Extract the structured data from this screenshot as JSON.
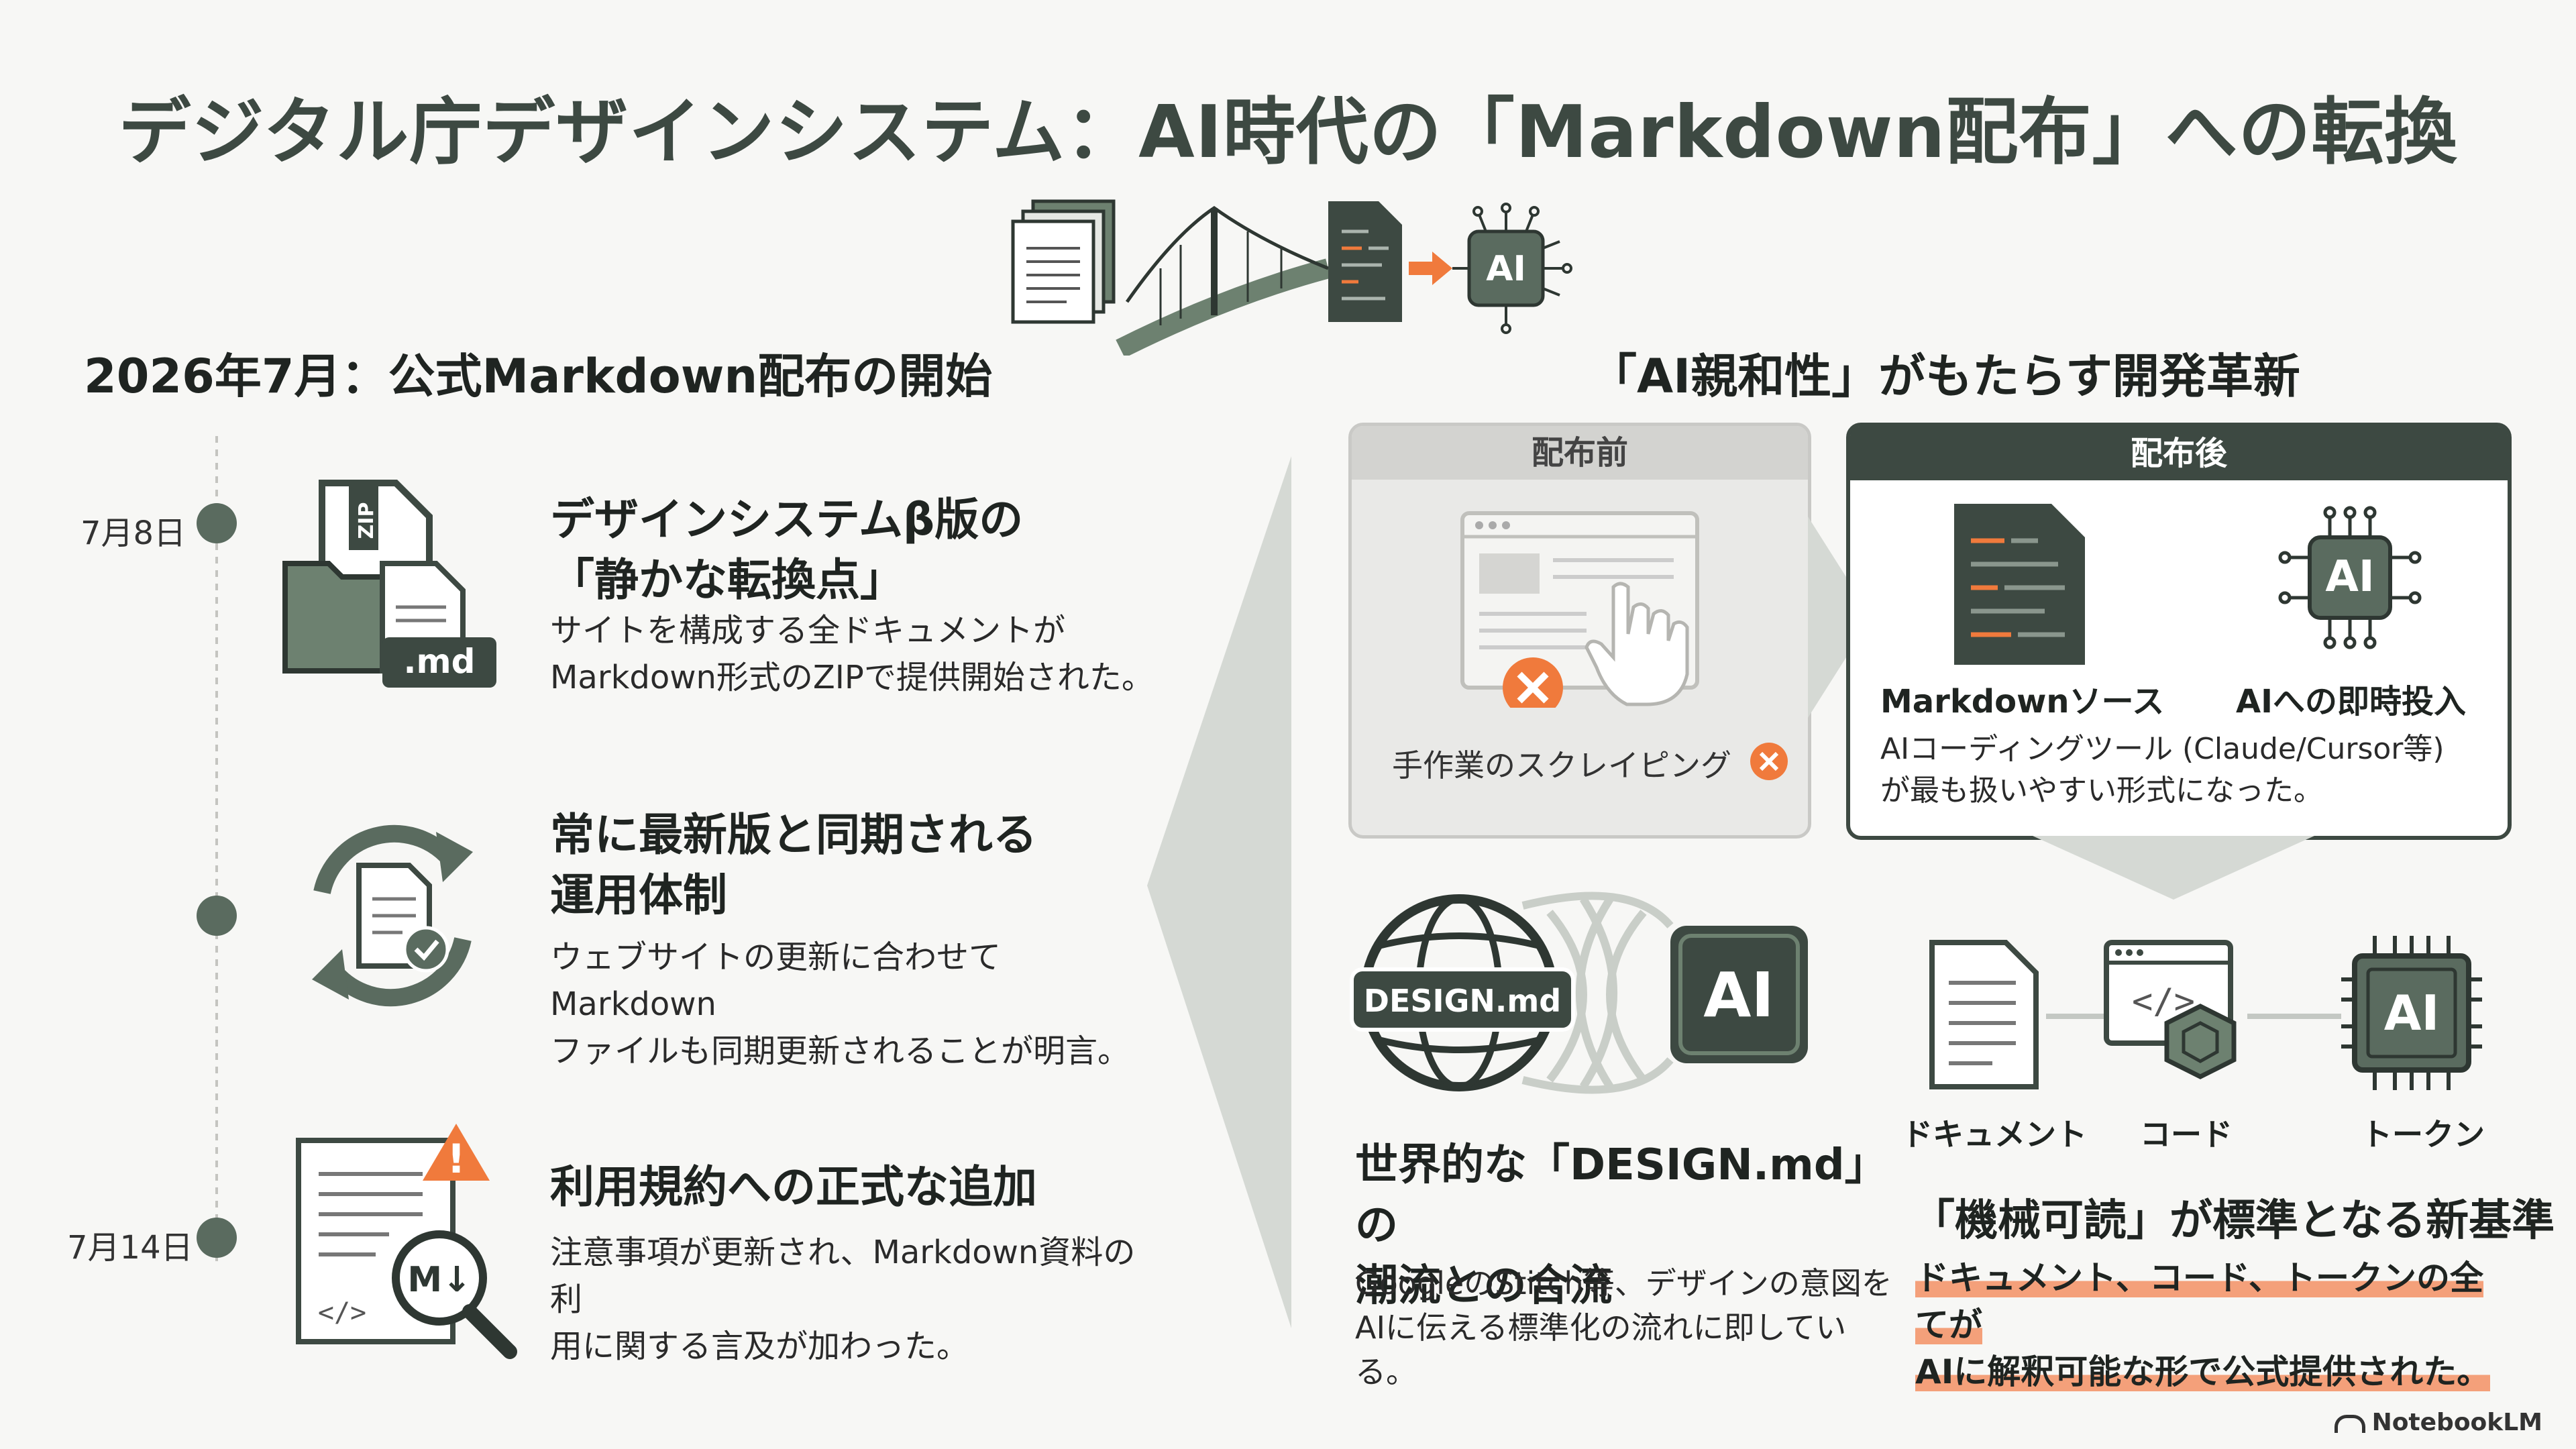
{
  "title": "デジタル庁デザインシステム：AI時代の「Markdown配布」への転換",
  "left": {
    "heading": "2026年7月：公式Markdown配布の開始",
    "items": [
      {
        "date": "7月8日",
        "heading_line1": "デザインシステムβ版の",
        "heading_line2": "「静かな転換点」",
        "body_line1": "サイトを構成する全ドキュメントが",
        "body_line2": "Markdown形式のZIPで提供開始された。",
        "icon_label_zip": "ZIP",
        "icon_label_md": ".md"
      },
      {
        "date": "",
        "heading_line1": "常に最新版と同期される",
        "heading_line2": "運用体制",
        "body_line1": "ウェブサイトの更新に合わせてMarkdown",
        "body_line2": "ファイルも同期更新されることが明言。"
      },
      {
        "date": "7月14日",
        "heading_line1": "利用規約への正式な追加",
        "body_line1": "注意事項が更新され、Markdown資料の利",
        "body_line2": "用に関する言及が加わった。",
        "icon_label_md": "M↓",
        "icon_label_code": "</>"
      }
    ]
  },
  "right": {
    "heading": "「AI親和性」がもたらす開発革新",
    "before": {
      "label": "配布前",
      "caption": "手作業のスクレイピング"
    },
    "after": {
      "label": "配布後",
      "markdown_label": "Markdownソース",
      "ai_label": "AIへの即時投入",
      "ai_icon": "AI",
      "body_line1": "AIコーディングツール (Claude/Cursor等)",
      "body_line2": "が最も扱いやすい形式になった。"
    },
    "design": {
      "badge": "DESIGN.md",
      "ai_icon": "AI",
      "heading_line1": "世界的な「DESIGN.md」の",
      "heading_line2": "潮流との合流",
      "body_line1": "GoogleのStitch等、デザインの意図を",
      "body_line2": "AIに伝える標準化の流れに即している。"
    },
    "machine": {
      "doc_label": "ドキュメント",
      "code_label": "コード",
      "token_label": "トークン",
      "code_icon": "</>",
      "ai_icon": "AI",
      "heading": "「機械可読」が標準となる新基準",
      "highlight_line1": "ドキュメント、コード、トークンの全てが",
      "highlight_line2": "AIに解釈可能な形で公式提供された。"
    }
  },
  "hero": {
    "ai_icon": "AI"
  },
  "footer": {
    "brand": "NotebookLM"
  },
  "colors": {
    "primary": "#3d4942",
    "accent": "#f07a3c",
    "sage": "#6d8170",
    "light_gray": "#e9e9e7"
  }
}
